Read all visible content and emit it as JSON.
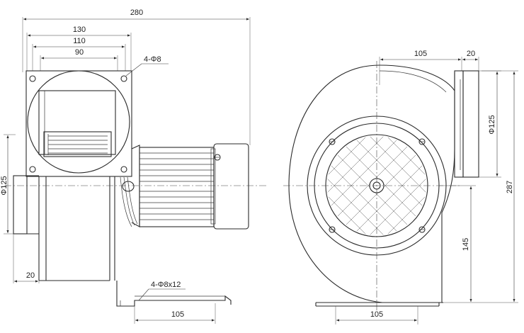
{
  "front_view": {
    "dim_overall_width": "280",
    "dim_flange_outer": "130",
    "dim_flange_mid": "110",
    "dim_flange_inner": "90",
    "callout_flange_holes": "4-Φ8",
    "dim_outlet_diameter": "Φ125",
    "dim_outlet_depth": "20",
    "callout_base_slots": "4-Φ8x12",
    "dim_base_width": "105"
  },
  "side_view": {
    "dim_top_offset": "105",
    "dim_flange_thickness": "20",
    "dim_outlet_diameter": "Φ125",
    "dim_overall_height": "287",
    "dim_center_height": "145",
    "dim_base_width": "105"
  },
  "colors": {
    "line": "#2a2a2a",
    "background": "#ffffff"
  }
}
